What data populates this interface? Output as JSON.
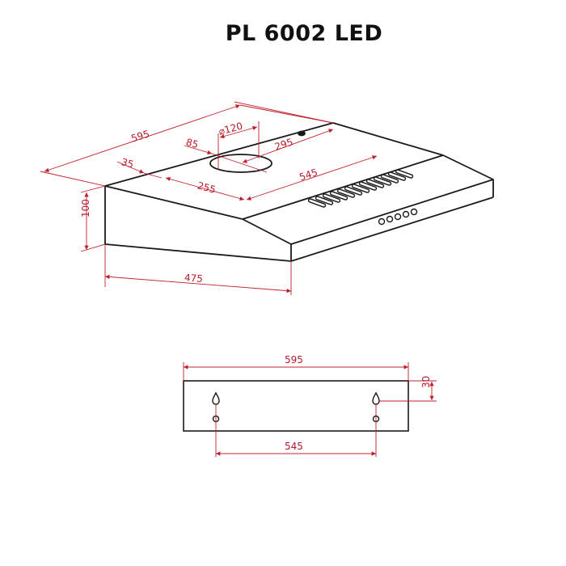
{
  "title": "PL 6002 LED",
  "colors": {
    "outline": "#1a1a1a",
    "dimension": "#c0202c",
    "background": "#ffffff"
  },
  "top_view": {
    "dimensions": {
      "width_total": "595",
      "diameter": "⌀120",
      "hole_from_side": "85",
      "hole_to_edge": "295",
      "offset_35": "35",
      "offset_255": "255",
      "panel_545": "545",
      "height": "100",
      "depth": "475"
    }
  },
  "back_view": {
    "dimensions": {
      "width_total": "595",
      "mount_spacing": "545",
      "mount_from_top": "30"
    }
  }
}
